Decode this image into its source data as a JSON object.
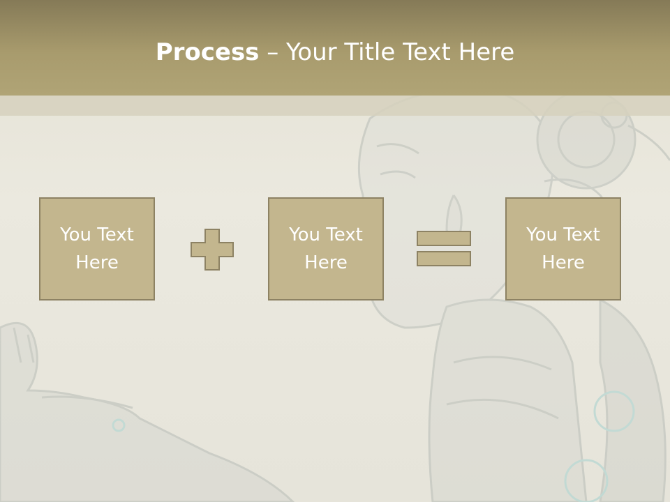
{
  "slide": {
    "title_bold": "Process",
    "title_rest": " – Your Title Text Here",
    "boxes": [
      {
        "text": "You Text Here"
      },
      {
        "text": "You Text Here"
      },
      {
        "text": "You Text Here"
      }
    ],
    "operators": [
      "plus-icon",
      "equals-icon"
    ]
  },
  "colors": {
    "title_bar": "#a89b6d",
    "box_fill": "#c3b68e",
    "box_border": "#8d8263",
    "background": "#e8e6dc"
  }
}
